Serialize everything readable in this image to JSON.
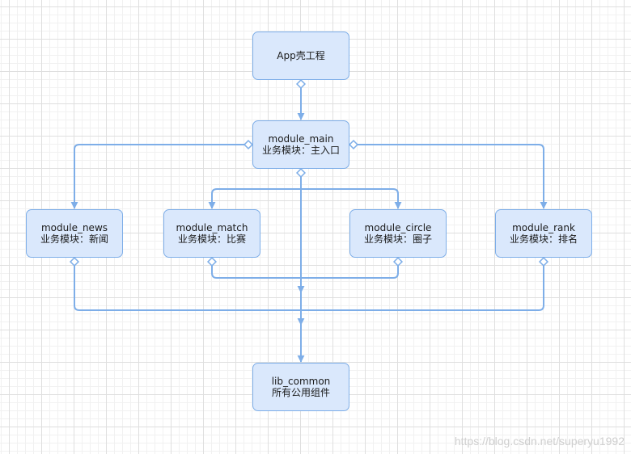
{
  "nodes": {
    "app": {
      "line1": "App壳工程",
      "line2": ""
    },
    "main": {
      "line1": "module_main",
      "line2": "业务模块：主入口"
    },
    "news": {
      "line1": "module_news",
      "line2": "业务模块：新闻"
    },
    "match": {
      "line1": "module_match",
      "line2": "业务模块：比赛"
    },
    "circle": {
      "line1": "module_circle",
      "line2": "业务模块：圈子"
    },
    "rank": {
      "line1": "module_rank",
      "line2": "业务模块：排名"
    },
    "common": {
      "line1": "lib_common",
      "line2": "所有公用组件"
    }
  },
  "edges": [
    {
      "from": "app",
      "to": "main"
    },
    {
      "from": "main",
      "to": "news"
    },
    {
      "from": "main",
      "to": "match"
    },
    {
      "from": "main",
      "to": "circle"
    },
    {
      "from": "main",
      "to": "rank"
    },
    {
      "from": "main",
      "to": "common"
    },
    {
      "from": "news",
      "to": "common"
    },
    {
      "from": "match",
      "to": "common"
    },
    {
      "from": "circle",
      "to": "common"
    },
    {
      "from": "rank",
      "to": "common"
    }
  ],
  "watermark": "https://blog.csdn.net/superyu1992",
  "colors": {
    "node_fill": "#dae8fc",
    "node_border": "#7eaee8",
    "connector": "#7eaee8",
    "grid": "#dfdfdf"
  }
}
